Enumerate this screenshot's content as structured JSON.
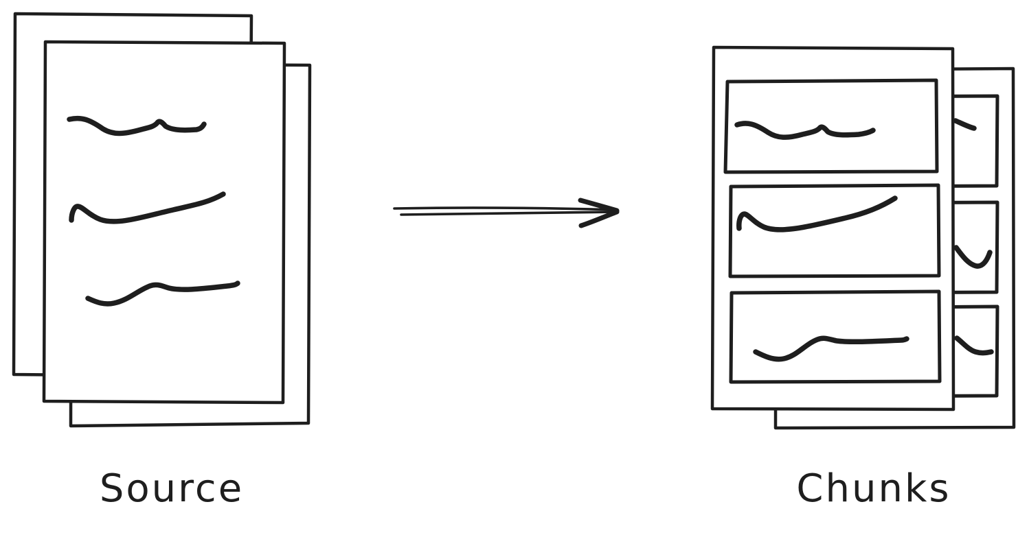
{
  "colors": {
    "background": "#ffffff",
    "ink": "#1e1e1e"
  },
  "labels": {
    "source": "Source",
    "chunks": "Chunks"
  },
  "source_stack": {
    "page_count": 3,
    "text_line_count": 3
  },
  "chunks_stack": {
    "page_count": 2,
    "chunk_count_per_page": 3
  },
  "arrow": {
    "direction": "right"
  }
}
